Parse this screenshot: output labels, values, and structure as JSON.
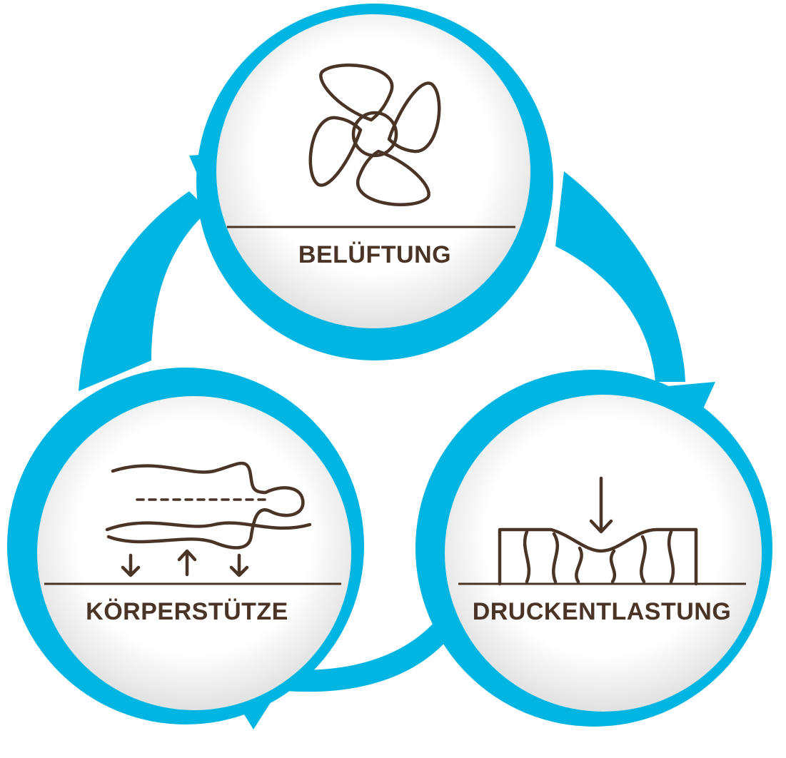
{
  "colors": {
    "ring": "#00b5e2",
    "ink": "#4a3426",
    "inner_fill": "#ffffff",
    "inner_shade": "#d9d9d9"
  },
  "nodes": {
    "top": {
      "label": "BELÜFTUNG",
      "icon": "fan-icon"
    },
    "left": {
      "label": "KÖRPERSTÜTZE",
      "icon": "body-support-icon"
    },
    "right": {
      "label": "DRUCKENTLASTUNG",
      "icon": "pressure-relief-icon"
    }
  },
  "cycle_direction": "clockwise"
}
